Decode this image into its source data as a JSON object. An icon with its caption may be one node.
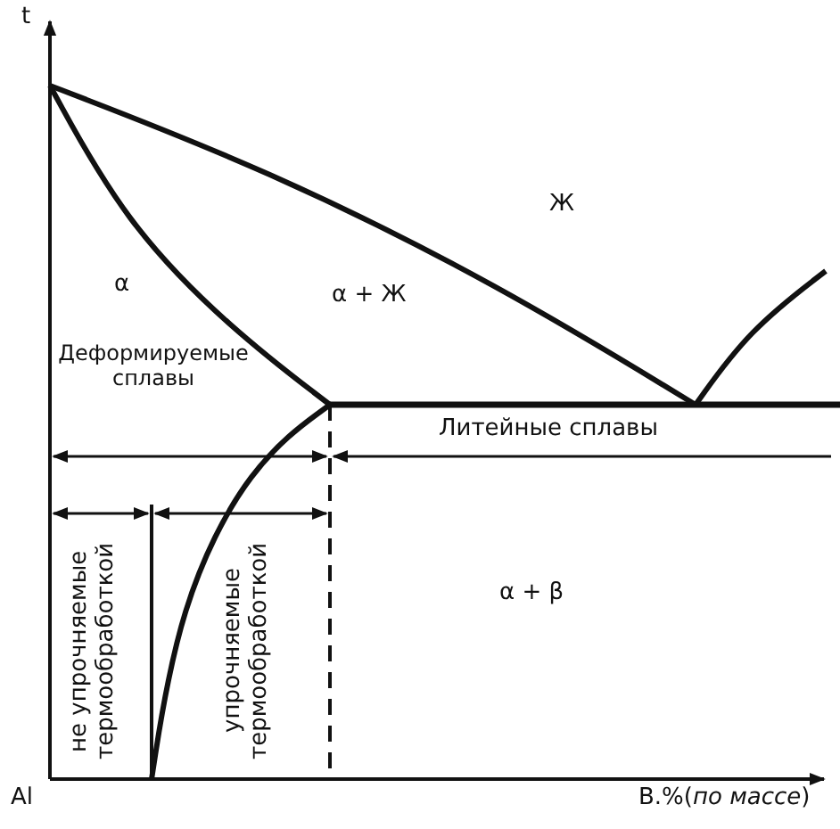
{
  "diagram": {
    "labels": [
      "t",
      "Ж",
      "α",
      "α + Ж",
      "Деформируемые сплавы",
      "Литейные сплавы",
      "не упрочняемые термообработкой",
      "упрочняемые термообработкой",
      "α + β",
      "Al",
      "B.%(*по массе*)"
    ]
  }
}
